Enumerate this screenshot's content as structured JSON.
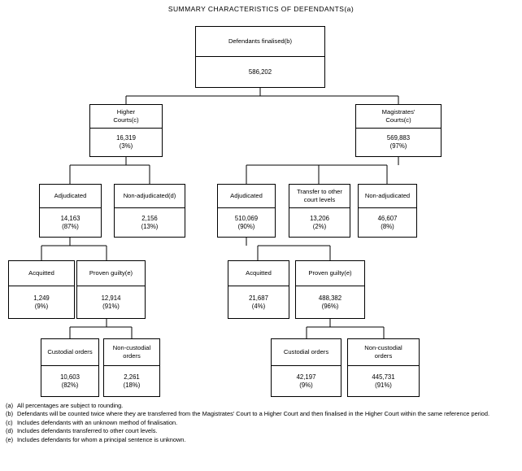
{
  "title": "SUMMARY CHARACTERISTICS OF DEFENDANTS(a)",
  "chart_data": {
    "type": "diagram",
    "title": "SUMMARY CHARACTERISTICS OF DEFENDANTS(a)",
    "diagram_kind": "flowchart-tree",
    "nodes": [
      {
        "id": "defendants_finalised",
        "label": "Defendants finalised(b)",
        "value": "586,202",
        "percent": "",
        "level": 0
      },
      {
        "id": "higher_courts",
        "label": "Higher\nCourts(c)",
        "value": "16,319",
        "percent": "(3%)",
        "level": 1
      },
      {
        "id": "magistrates_courts",
        "label": "Magistrates'\nCourts(c)",
        "value": "569,883",
        "percent": "(97%)",
        "level": 1
      },
      {
        "id": "hc_adjudicated",
        "label": "Adjudicated",
        "value": "14,163",
        "percent": "(87%)",
        "level": 2
      },
      {
        "id": "hc_non_adjudicated",
        "label": "Non-adjudicated(d)",
        "value": "2,156",
        "percent": "(13%)",
        "level": 2
      },
      {
        "id": "mc_adjudicated",
        "label": "Adjudicated",
        "value": "510,069",
        "percent": "(90%)",
        "level": 2
      },
      {
        "id": "mc_transfer",
        "label": "Transfer to other\ncourt levels",
        "value": "13,206",
        "percent": "(2%)",
        "level": 2
      },
      {
        "id": "mc_non_adjudicated",
        "label": "Non-adjudicated",
        "value": "46,607",
        "percent": "(8%)",
        "level": 2
      },
      {
        "id": "hc_acquitted",
        "label": "Acquitted",
        "value": "1,249",
        "percent": "(9%)",
        "level": 3
      },
      {
        "id": "hc_proven_guilty",
        "label": "Proven guilty(e)",
        "value": "12,914",
        "percent": "(91%)",
        "level": 3
      },
      {
        "id": "mc_acquitted",
        "label": "Acquitted",
        "value": "21,687",
        "percent": "(4%)",
        "level": 3
      },
      {
        "id": "mc_proven_guilty",
        "label": "Proven guilty(e)",
        "value": "488,382",
        "percent": "(96%)",
        "level": 3
      },
      {
        "id": "hc_custodial",
        "label": "Custodial orders",
        "value": "10,603",
        "percent": "(82%)",
        "level": 4
      },
      {
        "id": "hc_non_custodial",
        "label": "Non-custodial\norders",
        "value": "2,261",
        "percent": "(18%)",
        "level": 4
      },
      {
        "id": "mc_custodial",
        "label": "Custodial orders",
        "value": "42,197",
        "percent": "(9%)",
        "level": 4
      },
      {
        "id": "mc_non_custodial",
        "label": "Non-custodial\norders",
        "value": "445,731",
        "percent": "(91%)",
        "level": 4
      }
    ],
    "edges": [
      {
        "from": "defendants_finalised",
        "to": "higher_courts"
      },
      {
        "from": "defendants_finalised",
        "to": "magistrates_courts"
      },
      {
        "from": "higher_courts",
        "to": "hc_adjudicated"
      },
      {
        "from": "higher_courts",
        "to": "hc_non_adjudicated"
      },
      {
        "from": "magistrates_courts",
        "to": "mc_adjudicated"
      },
      {
        "from": "magistrates_courts",
        "to": "mc_transfer"
      },
      {
        "from": "magistrates_courts",
        "to": "mc_non_adjudicated"
      },
      {
        "from": "hc_adjudicated",
        "to": "hc_acquitted"
      },
      {
        "from": "hc_adjudicated",
        "to": "hc_proven_guilty"
      },
      {
        "from": "mc_adjudicated",
        "to": "mc_acquitted"
      },
      {
        "from": "mc_adjudicated",
        "to": "mc_proven_guilty"
      },
      {
        "from": "hc_proven_guilty",
        "to": "hc_custodial"
      },
      {
        "from": "hc_proven_guilty",
        "to": "hc_non_custodial"
      },
      {
        "from": "mc_proven_guilty",
        "to": "mc_custodial"
      },
      {
        "from": "mc_proven_guilty",
        "to": "mc_non_custodial"
      }
    ]
  },
  "boxes": {
    "defendants_finalised": {
      "label": "Defendants finalised(b)",
      "value": "586,202",
      "percent": ""
    },
    "higher_courts": {
      "label": "Higher\nCourts(c)",
      "value": "16,319",
      "percent": "(3%)"
    },
    "magistrates_courts": {
      "label": "Magistrates'\nCourts(c)",
      "value": "569,883",
      "percent": "(97%)"
    },
    "hc_adjudicated": {
      "label": "Adjudicated",
      "value": "14,163",
      "percent": "(87%)"
    },
    "hc_non_adjudicated": {
      "label": "Non-adjudicated(d)",
      "value": "2,156",
      "percent": "(13%)"
    },
    "mc_adjudicated": {
      "label": "Adjudicated",
      "value": "510,069",
      "percent": "(90%)"
    },
    "mc_transfer": {
      "label": "Transfer to other\ncourt levels",
      "value": "13,206",
      "percent": "(2%)"
    },
    "mc_non_adjudicated": {
      "label": "Non-adjudicated",
      "value": "46,607",
      "percent": "(8%)"
    },
    "hc_acquitted": {
      "label": "Acquitted",
      "value": "1,249",
      "percent": "(9%)"
    },
    "hc_proven_guilty": {
      "label": "Proven guilty(e)",
      "value": "12,914",
      "percent": "(91%)"
    },
    "mc_acquitted": {
      "label": "Acquitted",
      "value": "21,687",
      "percent": "(4%)"
    },
    "mc_proven_guilty": {
      "label": "Proven guilty(e)",
      "value": "488,382",
      "percent": "(96%)"
    },
    "hc_custodial": {
      "label": "Custodial orders",
      "value": "10,603",
      "percent": "(82%)"
    },
    "hc_non_custodial": {
      "label": "Non-custodial\norders",
      "value": "2,261",
      "percent": "(18%)"
    },
    "mc_custodial": {
      "label": "Custodial orders",
      "value": "42,197",
      "percent": "(9%)"
    },
    "mc_non_custodial": {
      "label": "Non-custodial\norders",
      "value": "445,731",
      "percent": "(91%)"
    }
  },
  "footnotes": [
    {
      "marker": "(a)",
      "text": "All percentages are subject to rounding."
    },
    {
      "marker": "(b)",
      "text": "Defendants will be counted twice where they are transferred from the Magistrates' Court to a Higher Court and then finalised in the Higher Court within the same reference period."
    },
    {
      "marker": "(c)",
      "text": "Includes defendants with an unknown method of finalisation."
    },
    {
      "marker": "(d)",
      "text": "Includes defendants transferred to other court levels."
    },
    {
      "marker": "(e)",
      "text": "Includes defendants for whom a principal sentence is unknown."
    }
  ]
}
